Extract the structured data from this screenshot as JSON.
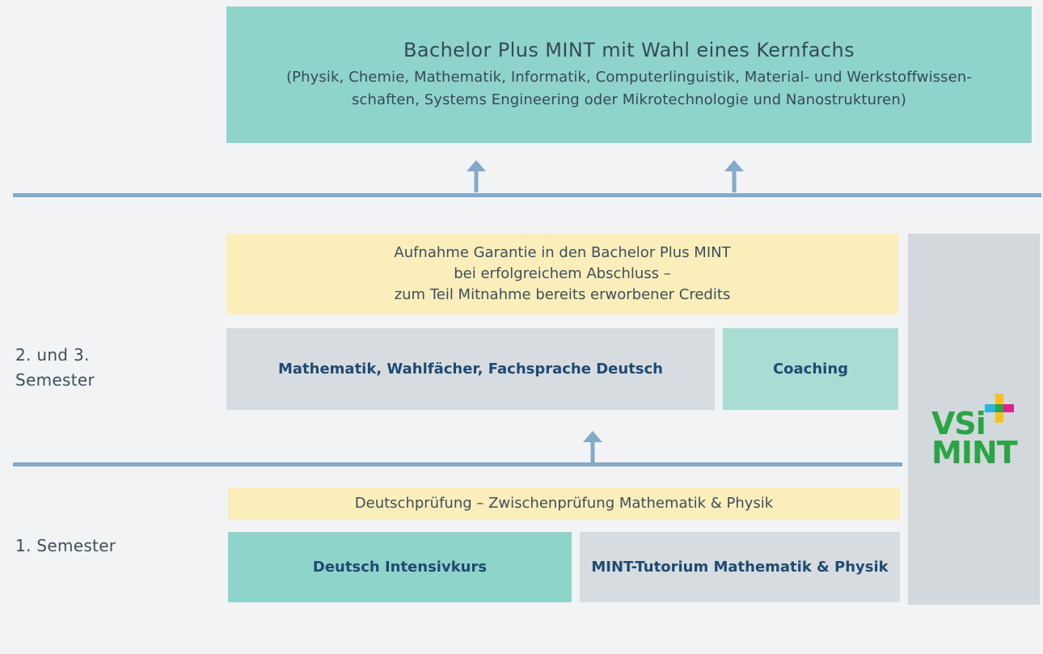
{
  "top": {
    "title": "Bachelor Plus MINT mit Wahl eines Kernfachs",
    "subtitle_line1": "(Physik, Chemie, Mathematik, Informatik, Computerlinguistik, Material- und Werkstoffwissen-",
    "subtitle_line2": "schaften, Systems Engineering oder Mikrotechnologie und Nanostrukturen)"
  },
  "guarantee": {
    "line1": "Aufnahme Garantie in den Bachelor Plus MINT",
    "line2": "bei erfolgreichem Abschluss –",
    "line3": "zum Teil Mitnahme bereits erworbener Credits"
  },
  "semester23": {
    "label_line1": "2. und 3.",
    "label_line2": "Semester",
    "courses": "Mathematik, Wahlfächer, Fachsprache Deutsch",
    "coaching": "Coaching"
  },
  "exam": {
    "text": "Deutschprüfung – Zwischenprüfung Mathematik & Physik"
  },
  "semester1": {
    "label": "1. Semester",
    "german": "Deutsch Intensivkurs",
    "tutorial": "MINT-Tutorium Mathematik & Physik"
  },
  "logo": {
    "line1": "VSi",
    "line2": "MINT"
  },
  "colors": {
    "teal": "#8fd4ca",
    "yellow": "#fbeebb",
    "gray": "#d6dce0",
    "line": "#85a9c8",
    "logo_green": "#2aa545",
    "logo_magenta": "#e0218a",
    "logo_yellow": "#f6c21c",
    "logo_cyan": "#2bb6e0"
  }
}
